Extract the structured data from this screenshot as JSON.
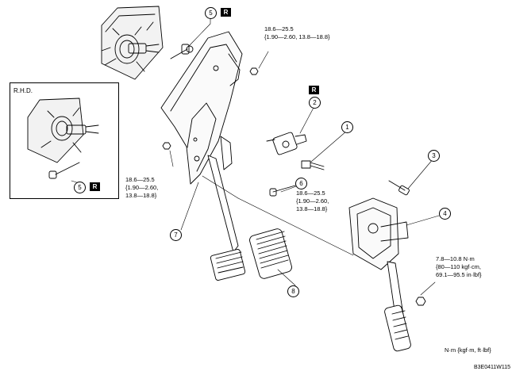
{
  "inset": {
    "title": "R.H.D."
  },
  "callouts": {
    "c1": "1",
    "c2": "2",
    "c3": "3",
    "c4": "4",
    "c5_top": "5",
    "c5_inset": "5",
    "c6": "6",
    "c7": "7",
    "c8": "8"
  },
  "badges": {
    "r_top": "R",
    "r_switch": "R",
    "r_inset": "R"
  },
  "torque": {
    "top": [
      "18.6—25.5",
      "{1.90—2.60, 13.8—18.8}"
    ],
    "left": [
      "18.6—25.5",
      "{1.90—2.60,",
      "13.8—18.8}"
    ],
    "bolt6": [
      "18.6—25.5",
      "{1.90—2.60,",
      "13.8—18.8}"
    ],
    "right": [
      "7.8—10.8 N·m",
      "{80—110 kgf·cm,",
      "69.1—95.5 in·lbf}"
    ]
  },
  "units": "N·m {kgf·m, ft·lbf}",
  "figure_code": "B3E0411W115"
}
